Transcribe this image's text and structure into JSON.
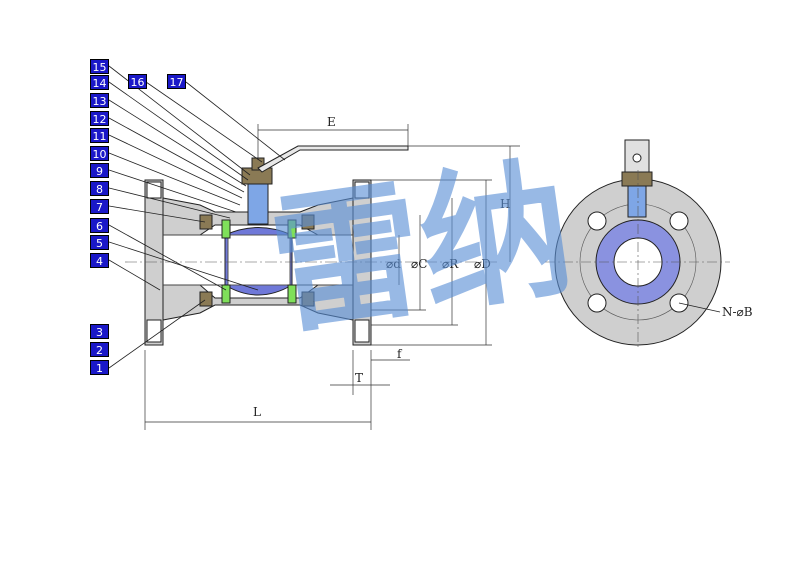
{
  "callouts": [
    "15",
    "14",
    "13",
    "12",
    "11",
    "10",
    "9",
    "8",
    "7",
    "6",
    "5",
    "4",
    "3",
    "2",
    "1",
    "16",
    "17"
  ],
  "dimensions": {
    "E": "E",
    "H": "H",
    "d": "⌀d",
    "C": "⌀C",
    "R": "⌀R",
    "D": "⌀D",
    "f": "f",
    "T": "T",
    "L": "L",
    "NB": "N-⌀B"
  },
  "watermark": "雷纳",
  "colors": {
    "callout_fill": "#1a18c8",
    "body_gray": "#cfcfcf",
    "ball_blue": "#6f78d8",
    "seat_green": "#7fe05a",
    "stem_blue": "#7ea6e6",
    "nut_brown": "#8a7a55",
    "watermark_blue": "#5a8fd6"
  }
}
